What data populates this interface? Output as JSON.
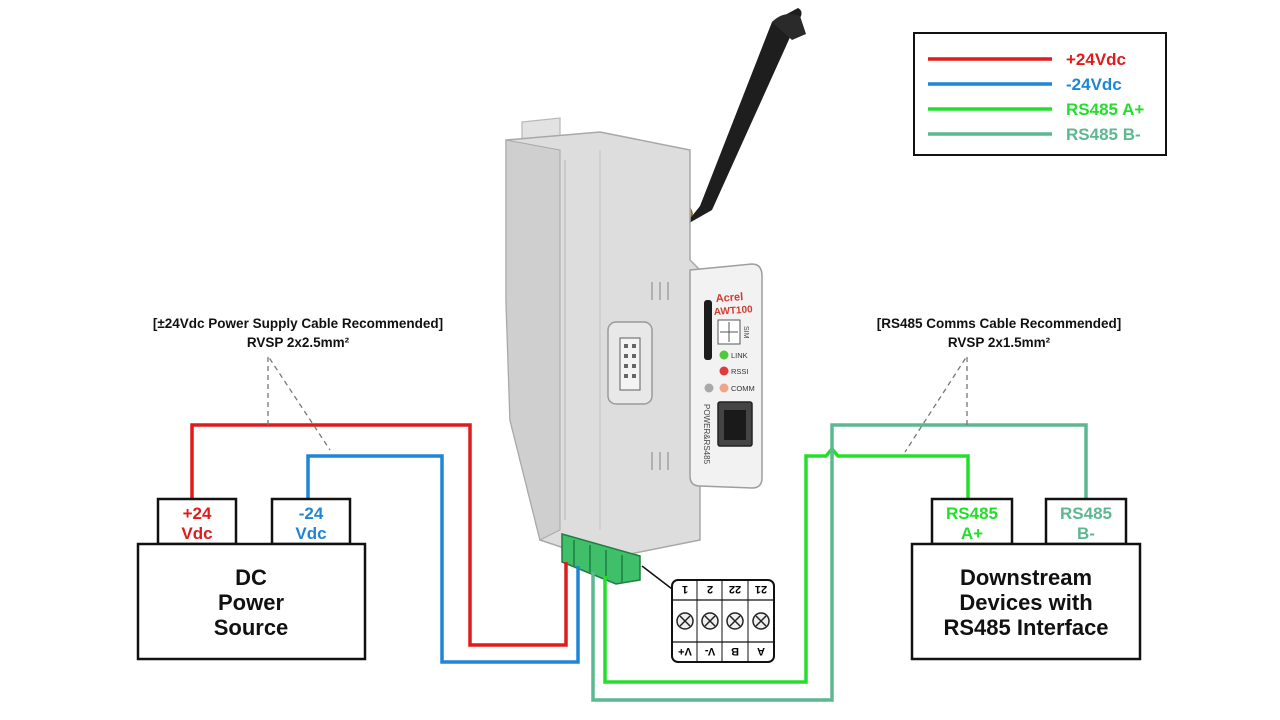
{
  "legend": {
    "items": [
      {
        "label": "+24Vdc",
        "color": "#e01b1b"
      },
      {
        "label": "-24Vdc",
        "color": "#1f86d6"
      },
      {
        "label": "RS485 A+",
        "color": "#22e02a"
      },
      {
        "label": "RS485 B-",
        "color": "#5cb890"
      }
    ]
  },
  "cables": {
    "power_note_line1": "[±24Vdc Power Supply Cable Recommended]",
    "power_note_line2": "RVSP 2x2.5mm²",
    "comms_note_line1": "[RS485 Comms Cable Recommended]",
    "comms_note_line2": "RVSP 2x1.5mm²"
  },
  "power_source": {
    "line1": "DC",
    "line2": "Power",
    "line3": "Source",
    "plus_line1": "+24",
    "plus_line2": "Vdc",
    "minus_line1": "-24",
    "minus_line2": "Vdc"
  },
  "downstream": {
    "line1": "Downstream",
    "line2": "Devices with",
    "line3": "RS485 Interface",
    "a_line1": "RS485",
    "a_line2": "A+",
    "b_line1": "RS485",
    "b_line2": "B-"
  },
  "device": {
    "brand": "Acrel",
    "model": "AWT100",
    "sim_label": "SIM",
    "led_link": "LINK",
    "led_rssi": "RSSI",
    "led_comm": "COMM",
    "port_label": "POWER&RS485"
  },
  "terminal": {
    "numbers": [
      "1",
      "2",
      "22",
      "21"
    ],
    "labels": [
      "V+",
      "V-",
      "B",
      "A"
    ]
  },
  "colors": {
    "red": "#e01b1b",
    "blue": "#1f86d6",
    "green": "#22e02a",
    "teal": "#5cb890"
  }
}
